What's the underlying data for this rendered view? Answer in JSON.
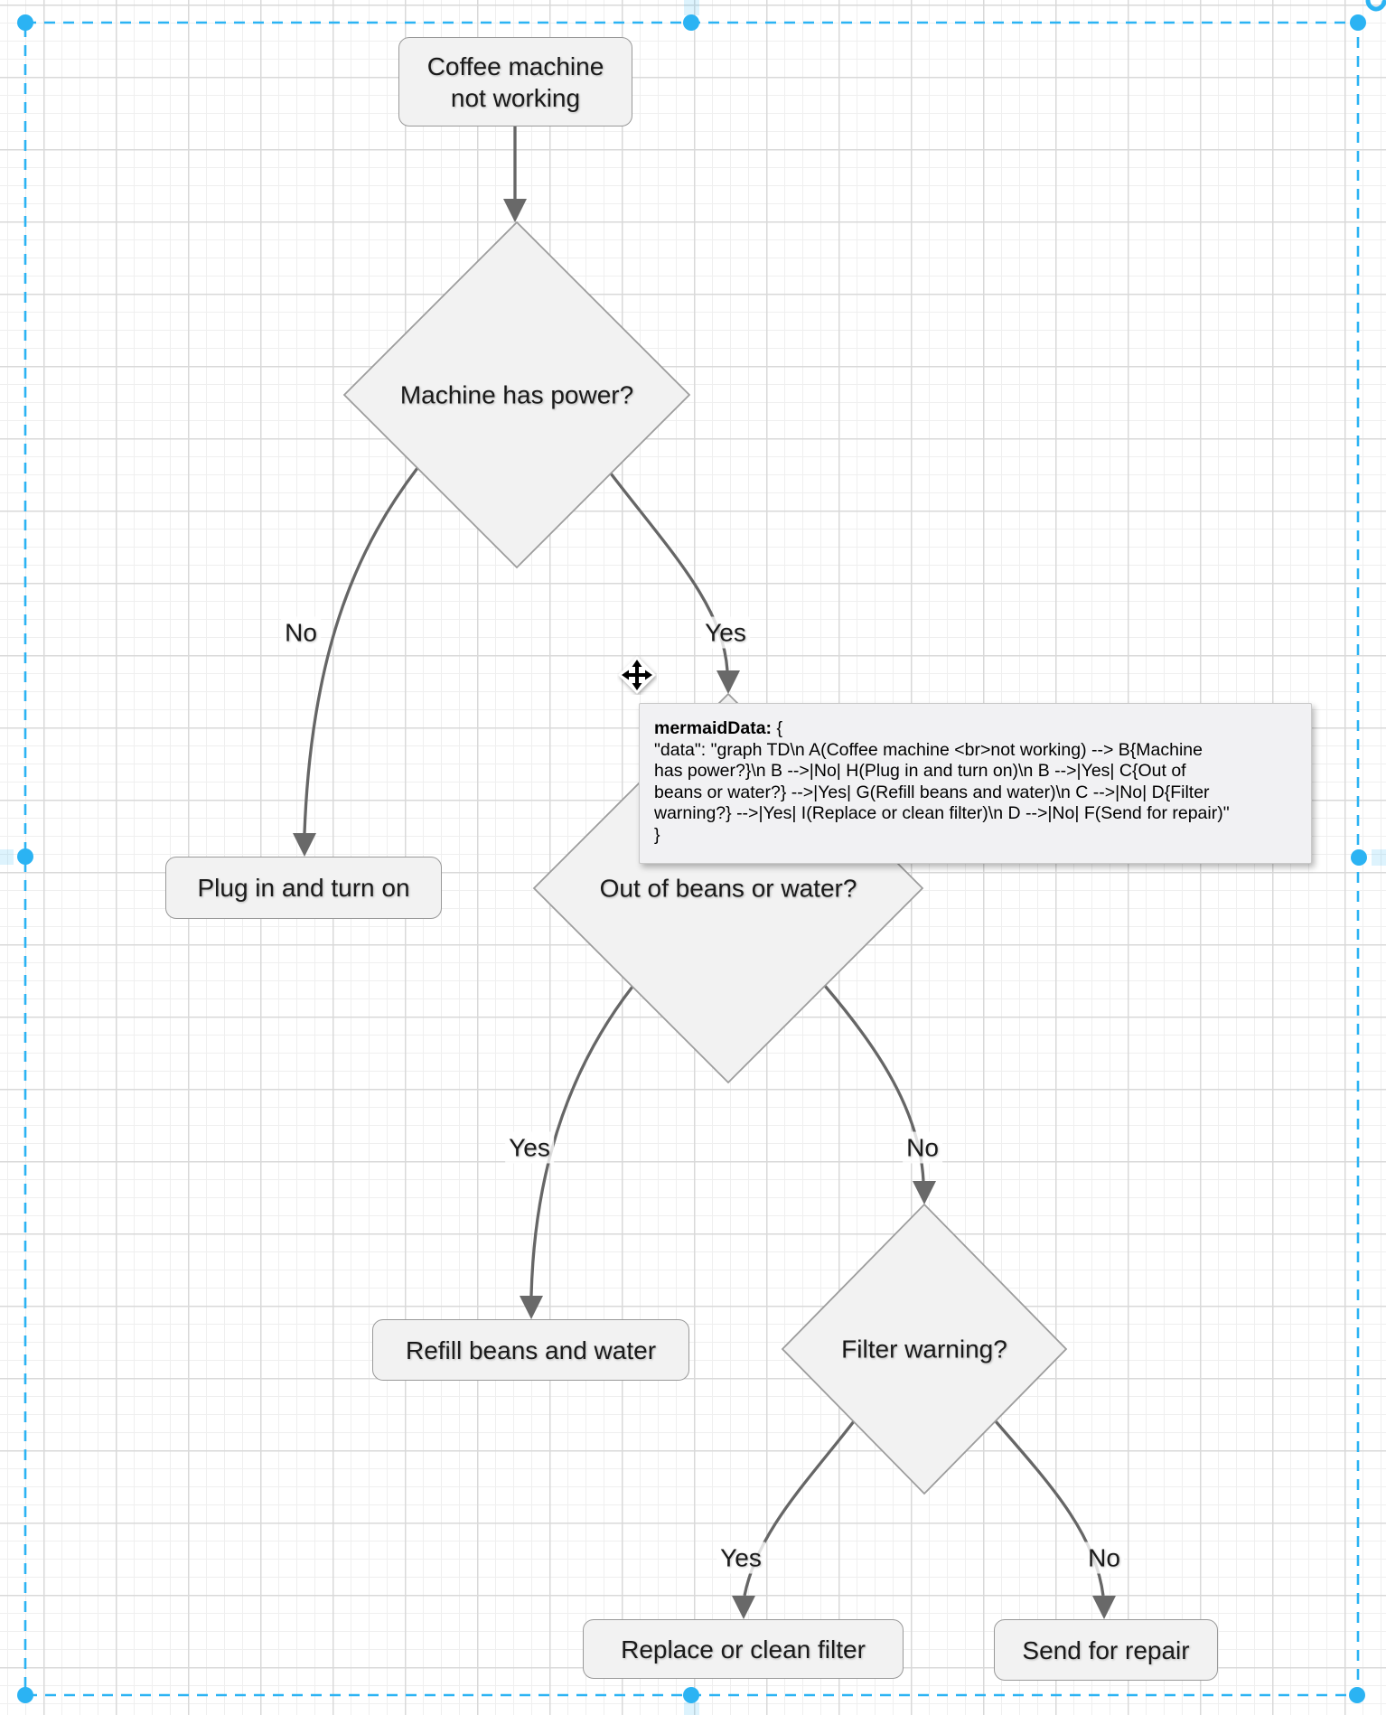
{
  "flowchart": {
    "nodes": {
      "a": {
        "label": "Coffee machine\nnot working"
      },
      "b": {
        "label": "Machine has power?"
      },
      "h": {
        "label": "Plug in and turn on"
      },
      "c": {
        "label": "Out of beans or water?"
      },
      "g": {
        "label": "Refill beans and water"
      },
      "d": {
        "label": "Filter warning?"
      },
      "i": {
        "label": "Replace or clean filter"
      },
      "f": {
        "label": "Send for repair"
      }
    },
    "edges": {
      "b_no": {
        "label": "No"
      },
      "b_yes": {
        "label": "Yes"
      },
      "c_yes": {
        "label": "Yes"
      },
      "c_no": {
        "label": "No"
      },
      "d_yes": {
        "label": "Yes"
      },
      "d_no": {
        "label": "No"
      }
    }
  },
  "tooltip": {
    "line1_bold": "mermaidData:",
    "line1_rest": " {",
    "lines": [
      "\"data\": \"graph TD\\n A(Coffee machine <br>not working) --> B{Machine",
      "has power?}\\n B -->|No| H(Plug in and turn on)\\n B -->|Yes| C{Out of",
      "beans or water?} -->|Yes| G(Refill beans and water)\\n C -->|No| D{Filter",
      "warning?} -->|Yes| I(Replace or clean filter)\\n D -->|No| F(Send for repair)\""
    ],
    "close_brace": "}"
  },
  "icons": {
    "move_cursor": "four-way-move-arrows",
    "rotate_handle": "rotate-arc"
  },
  "colors": {
    "selection_accent": "#2bb3f3",
    "node_fill": "#f2f2f2",
    "node_border": "#999999",
    "edge": "#666666",
    "grid_major": "#d9d9d9"
  }
}
